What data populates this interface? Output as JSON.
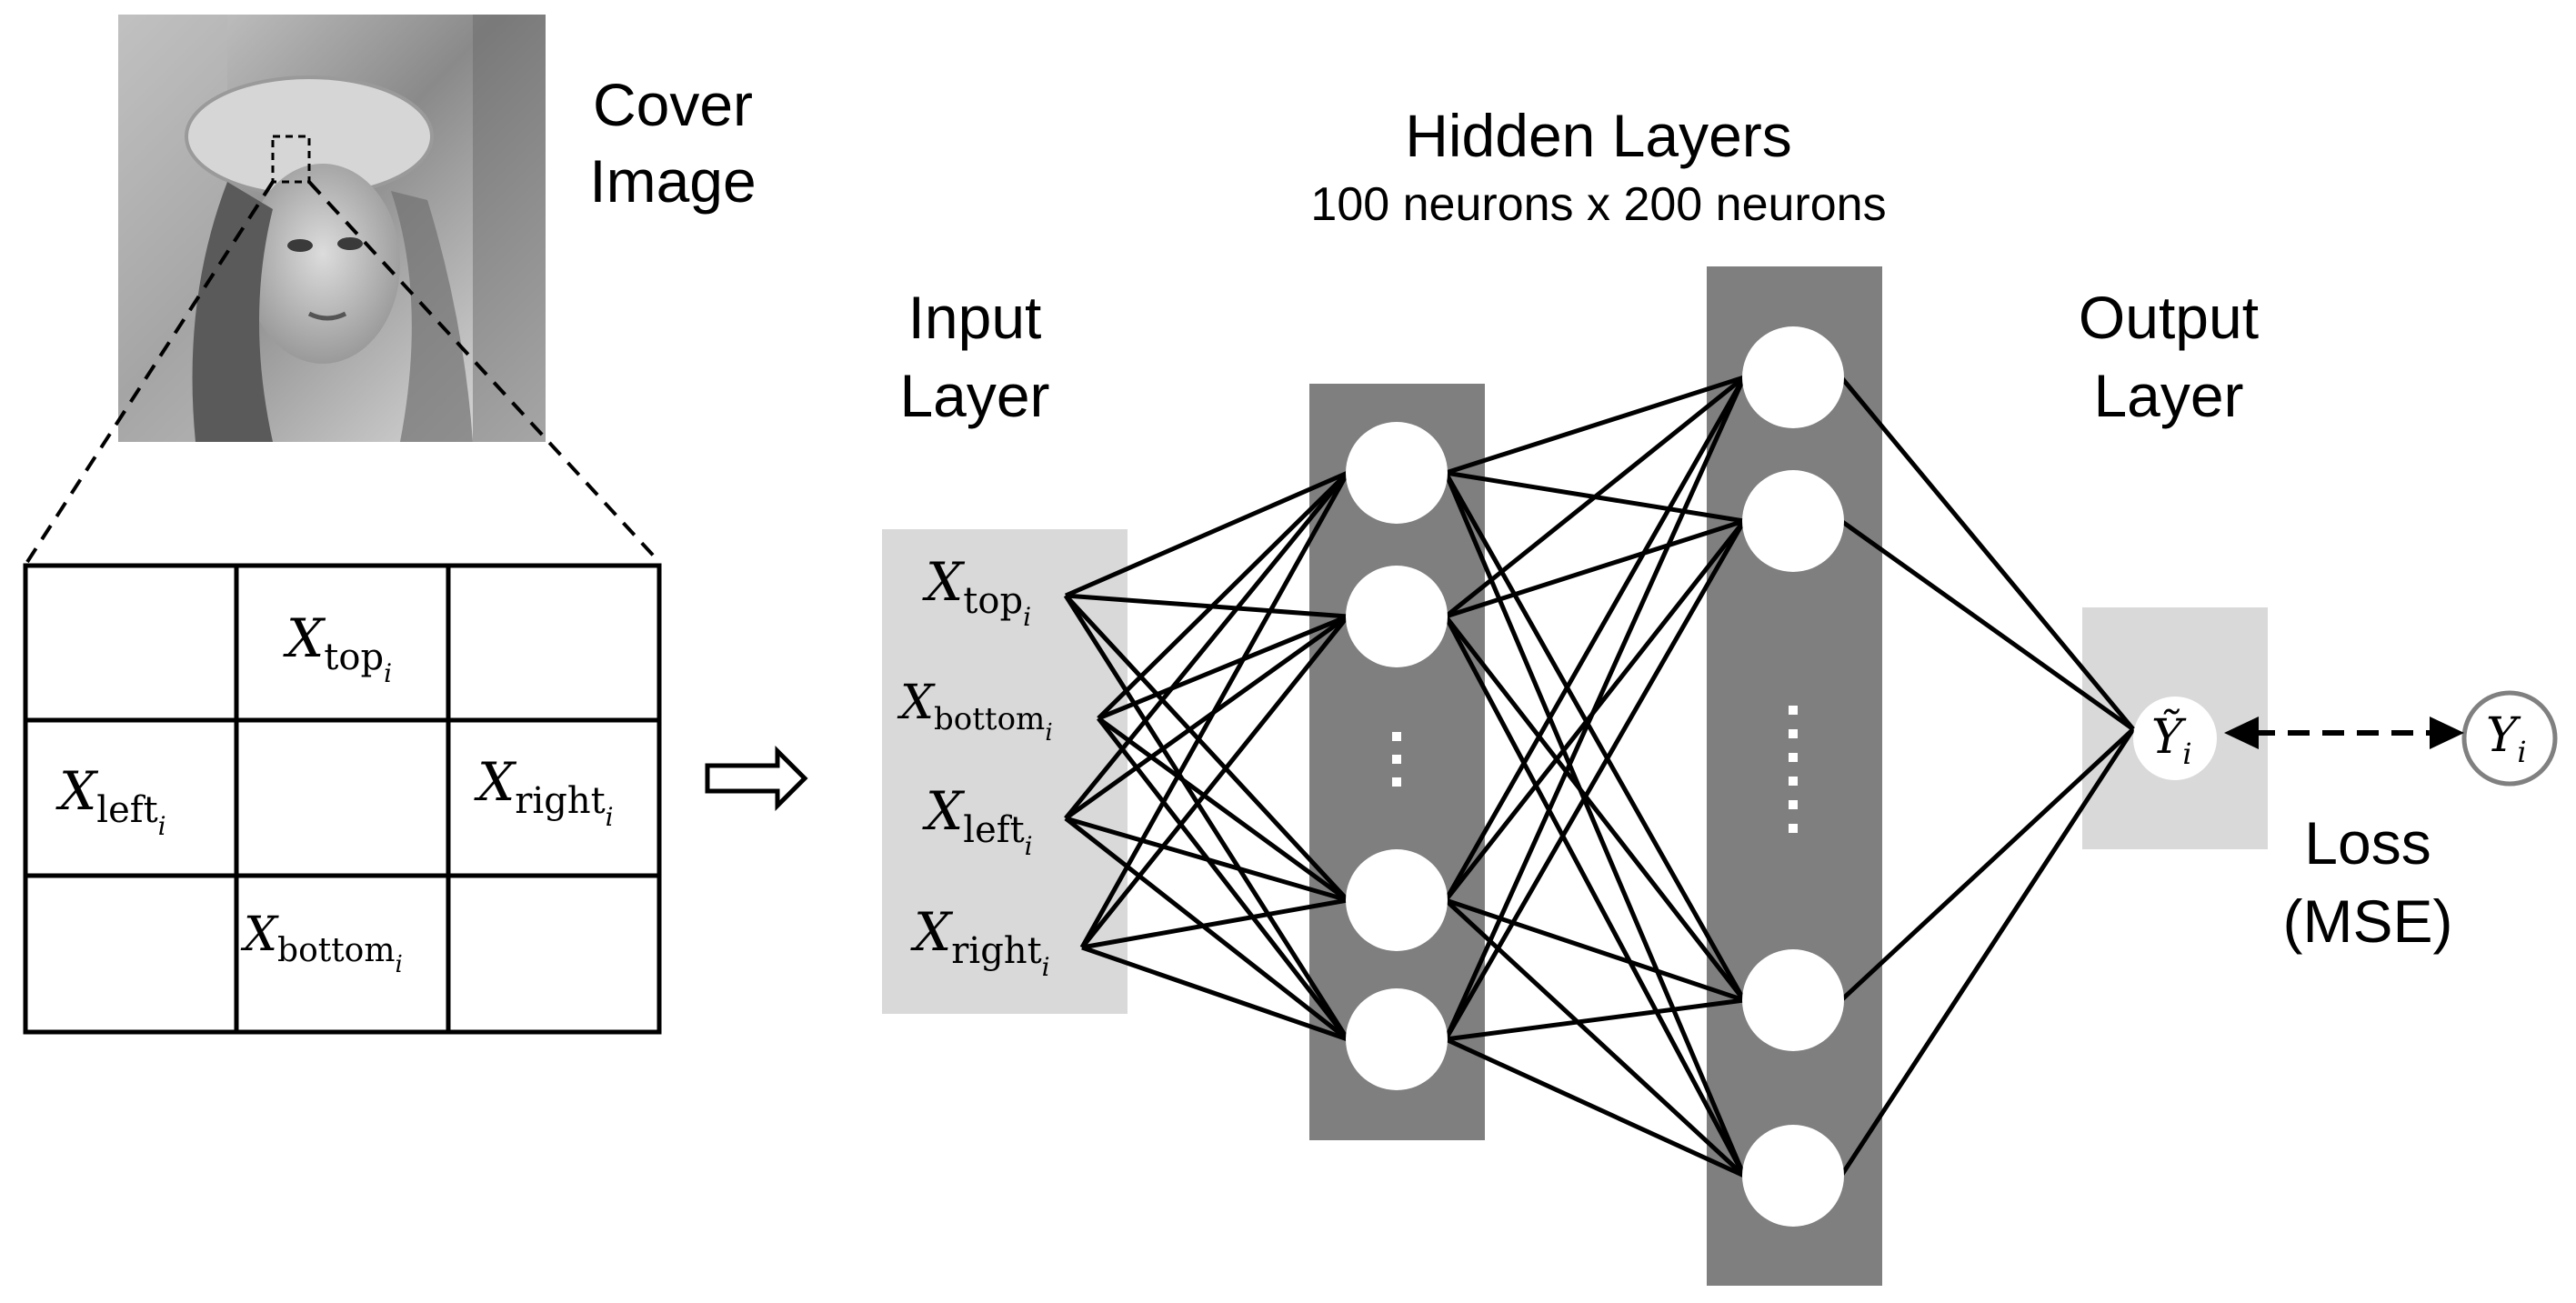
{
  "cover": {
    "label_line1": "Cover",
    "label_line2": "Image"
  },
  "grid": {
    "top": {
      "main": "X",
      "sub": "top",
      "subsub": "i"
    },
    "left": {
      "main": "X",
      "sub": "left",
      "subsub": "i"
    },
    "right": {
      "main": "X",
      "sub": "right",
      "subsub": "i"
    },
    "bottom": {
      "main": "X",
      "sub": "bottom",
      "subsub": "i"
    }
  },
  "input_layer": {
    "title_line1": "Input",
    "title_line2": "Layer",
    "items": [
      {
        "main": "X",
        "sub": "top",
        "subsub": "i"
      },
      {
        "main": "X",
        "sub": "bottom",
        "subsub": "i"
      },
      {
        "main": "X",
        "sub": "left",
        "subsub": "i"
      },
      {
        "main": "X",
        "sub": "right",
        "subsub": "i"
      }
    ]
  },
  "hidden_layers": {
    "title": "Hidden Layers",
    "subtitle": "100 neurons x 200 neurons"
  },
  "output_layer": {
    "title_line1": "Output",
    "title_line2": "Layer",
    "pred": {
      "main": "Ỹ",
      "sub": "i"
    },
    "target": {
      "main": "Y",
      "sub": "i"
    }
  },
  "loss": {
    "line1": "Loss",
    "line2": "(MSE)"
  },
  "colors": {
    "hidden_band": "#7f7f7f",
    "input_band": "#d9d9d9",
    "output_band": "#d9d9d9",
    "neuron": "#ffffff",
    "line": "#000000",
    "target_circle": "#808080"
  }
}
